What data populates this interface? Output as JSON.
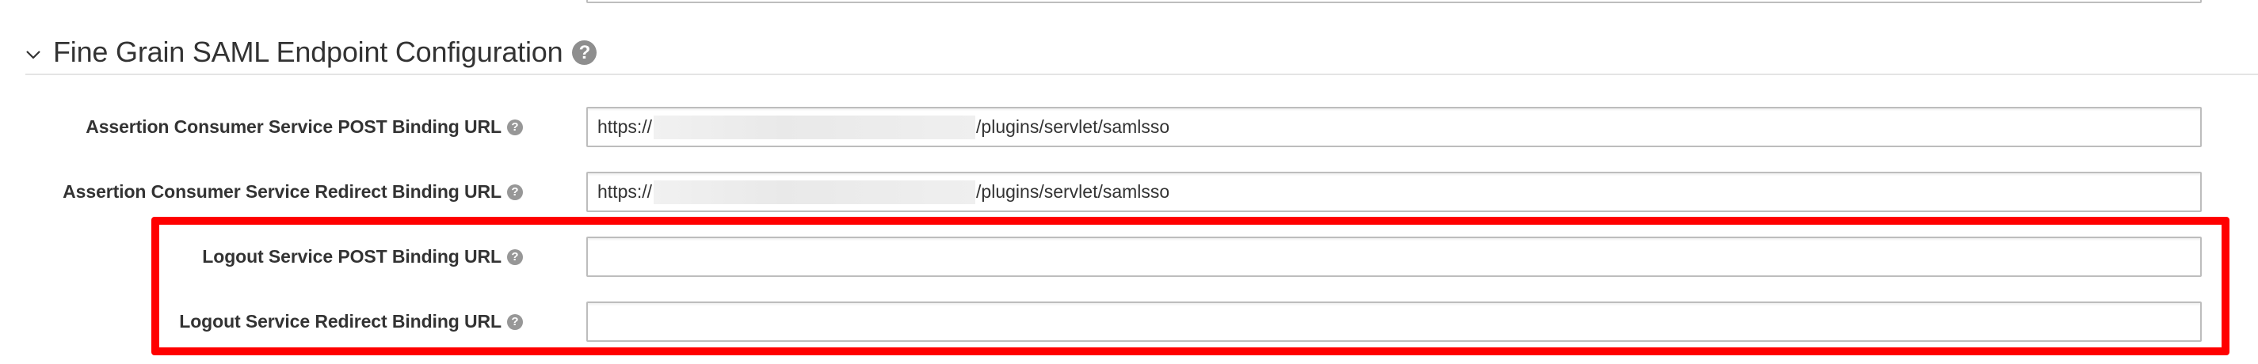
{
  "section": {
    "title": "Fine Grain SAML Endpoint Configuration",
    "expanded": true,
    "chevron_icon": "chevron-down-icon",
    "help_icon": "question-circle-icon",
    "help_glyph": "?"
  },
  "fields": [
    {
      "label": "Assertion Consumer Service POST Binding URL",
      "help_glyph": "?",
      "value_prefix": "https://",
      "value_redacted": true,
      "value_suffix": "/plugins/servlet/samlsso",
      "placeholder": ""
    },
    {
      "label": "Assertion Consumer Service Redirect Binding URL",
      "help_glyph": "?",
      "value_prefix": "https://",
      "value_redacted": true,
      "value_suffix": "/plugins/servlet/samlsso",
      "placeholder": ""
    },
    {
      "label": "Logout Service POST Binding URL",
      "help_glyph": "?",
      "value": "",
      "placeholder": ""
    },
    {
      "label": "Logout Service Redirect Binding URL",
      "help_glyph": "?",
      "value": "",
      "placeholder": ""
    }
  ],
  "highlight": {
    "color": "#ff0000",
    "target": "logout-service-fields"
  },
  "colors": {
    "text": "#333333",
    "help_icon": "#8e8e8e",
    "input_border": "#bdbdbd",
    "divider": "#e4e4e4",
    "highlight": "#ff0000"
  }
}
